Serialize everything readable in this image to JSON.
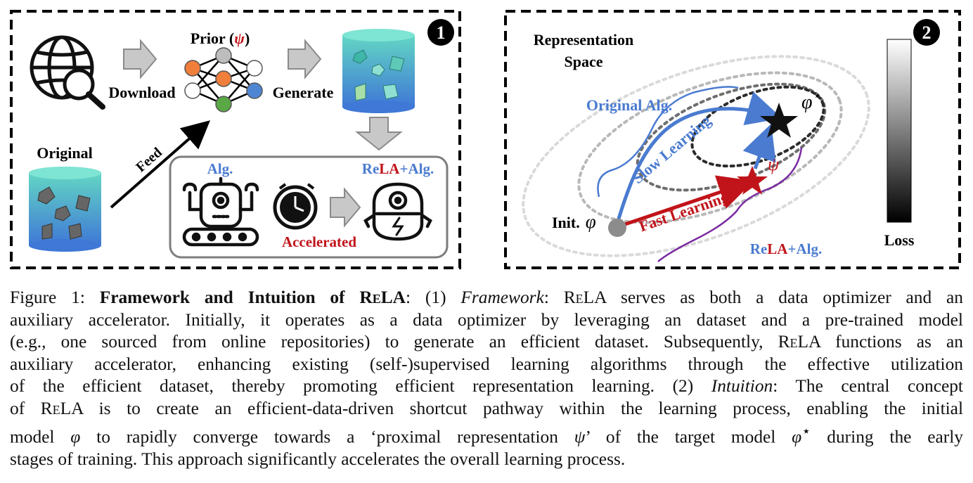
{
  "figure": {
    "panel1": {
      "badge": "1",
      "prior_label": "Prior (",
      "psi": "ψ",
      "prior_close": ")",
      "download": "Download",
      "generate": "Generate",
      "original": "Original",
      "feed": "Feed",
      "alg": "Alg.",
      "accelerated": "Accelerated",
      "rela_re": "Re",
      "rela_la": "LA",
      "rela_plus_alg": "+Alg."
    },
    "panel2": {
      "badge": "2",
      "rep_space_line1": "Representation",
      "rep_space_line2": "Space",
      "original_alg": "Original Alg.",
      "slow_learning": "Slow Learning",
      "fast_learning": "Fast Learning",
      "init": "Init.",
      "phi": "φ",
      "phi_star": "φ",
      "star_sup": "⋆",
      "psi": "ψ",
      "rela_re": "Re",
      "rela_la": "LA",
      "rela_plus_alg": "+Alg.",
      "loss": "Loss"
    },
    "colors": {
      "blue": "#4a7bd0",
      "red": "#c0141a",
      "purple": "#7a2aa0",
      "node_orange": "#f07f3c",
      "node_green": "#5aa845",
      "node_blue": "#4f86d3",
      "node_gray": "#bdbdbd"
    }
  },
  "caption": {
    "l1a": "Figure 1: ",
    "l1b": "Framework and Intuition of R",
    "l1c": "e",
    "l1d": "LA",
    "l1e": ": (1) ",
    "l1f": "Framework",
    "l1g": ": R",
    "l1h": "e",
    "l1i": "LA serves as both a data optimizer and an",
    "l2": "auxiliary accelerator. Initially, it operates as a data optimizer by leveraging an dataset and a pre-trained model",
    "l3": "(e.g., one sourced from online repositories) to generate an efficient dataset. Subsequently, R",
    "l3b": "e",
    "l3c": "LA functions as an",
    "l4": "auxiliary accelerator, enhancing existing (self-)supervised learning algorithms through the effective utilization",
    "l5a": "of the efficient dataset, thereby promoting efficient representation learning. (2) ",
    "l5b": "Intuition",
    "l5c": ": The central concept",
    "l6a": "of R",
    "l6b": "e",
    "l6c": "LA is to create an efficient-data-driven shortcut pathway within the learning process, enabling the initial",
    "l7a": "model ",
    "l7b": "φ",
    "l7c": " to rapidly converge towards a ‘proximal representation ",
    "l7d": "ψ",
    "l7e": "’ of the target model ",
    "l7f": "φ",
    "l7g": "⋆",
    "l7h": " during the early",
    "l8": "stages of training. This approach significantly accelerates the overall learning process."
  }
}
